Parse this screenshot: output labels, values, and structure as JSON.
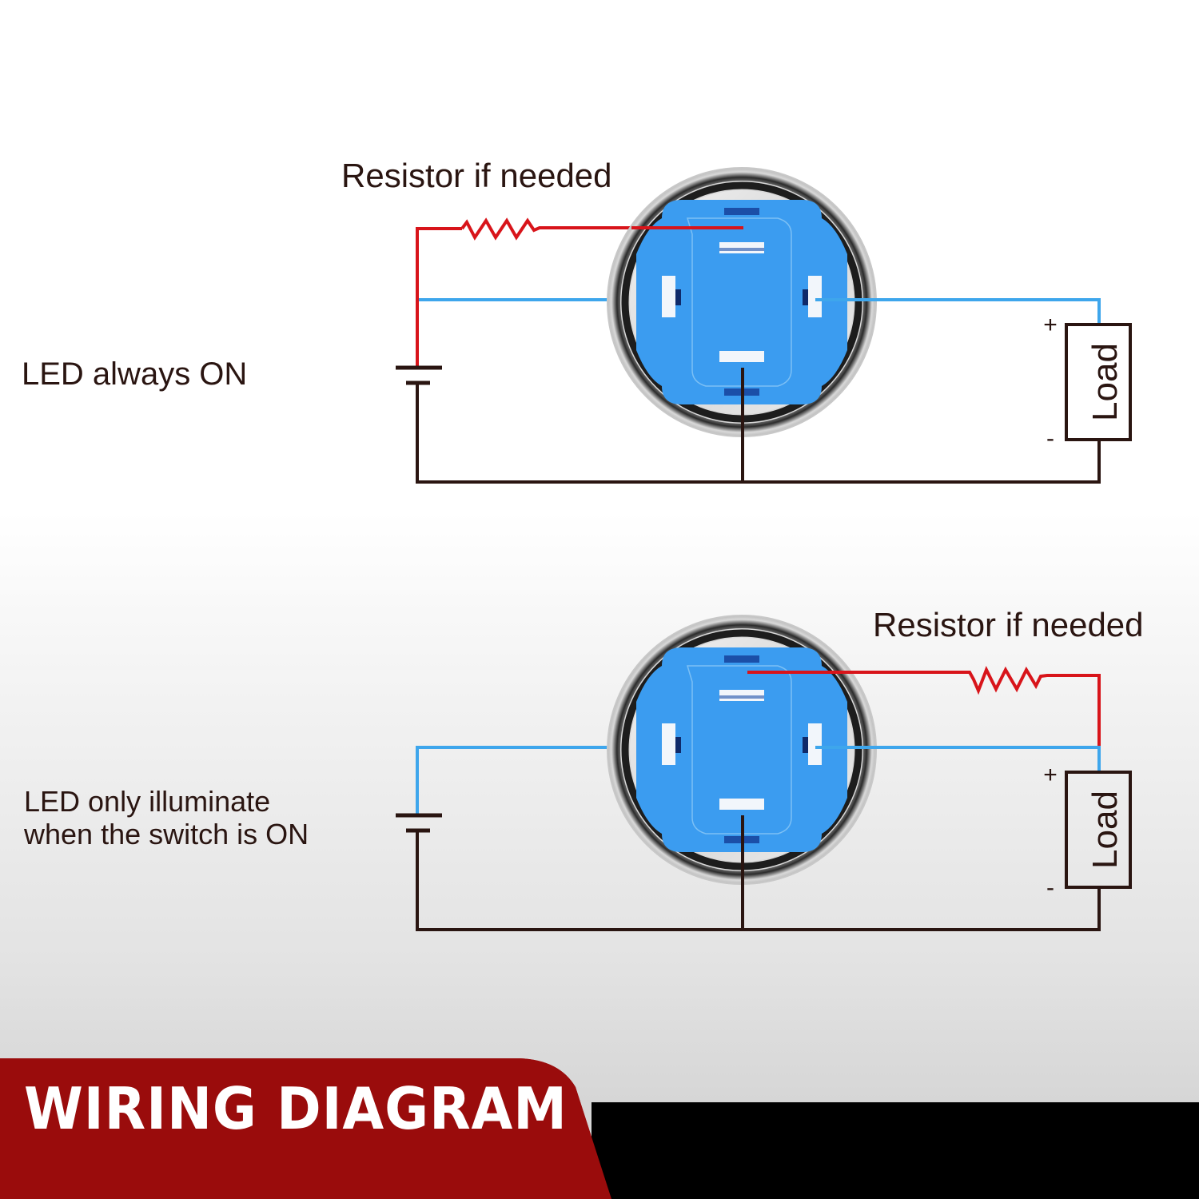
{
  "diagrams": [
    {
      "mode_label": "LED always ON",
      "resistor_label": "Resistor if needed",
      "load_label": "Load",
      "plus_sign": "+",
      "minus_sign": "-"
    },
    {
      "mode_label": "LED only illuminate\nwhen  the switch is ON",
      "resistor_label": "Resistor if needed",
      "load_label": "Load",
      "plus_sign": "+",
      "minus_sign": "-"
    }
  ],
  "footer": {
    "title": "WIRING DIAGRAM"
  },
  "colors": {
    "wire_red": "#d8141a",
    "wire_blue": "#3ea6ec",
    "wire_dark": "#2a1511",
    "switch_blue": "#3b9cf0",
    "footer_red": "#9a0c0c",
    "footer_black": "#000000",
    "text": "#2a1511"
  },
  "icons": {
    "switch": "round-led-push-button-switch-back-view",
    "resistor": "resistor-zigzag-symbol",
    "battery": "battery-symbol",
    "load": "load-box-symbol"
  }
}
